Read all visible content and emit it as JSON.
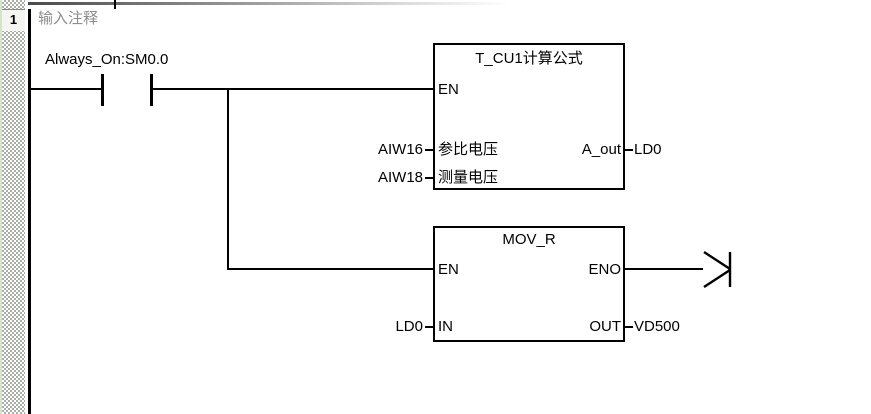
{
  "network": {
    "number": "1",
    "comment": "输入注释"
  },
  "contact": {
    "label": "Always_On:SM0.0"
  },
  "blocks": [
    {
      "title": "T_CU1计算公式",
      "pins": {
        "en": "EN",
        "in1": "参比电压",
        "in2": "测量电压",
        "out": "A_out"
      },
      "operands": {
        "in1": "AIW16",
        "in2": "AIW18",
        "out": "LD0"
      }
    },
    {
      "title": "MOV_R",
      "pins": {
        "en": "EN",
        "eno": "ENO",
        "in": "IN",
        "out": "OUT"
      },
      "operands": {
        "in": "LD0",
        "out": "VD500"
      }
    }
  ],
  "icons": {
    "continuation_arrow": "open-right-arrow"
  },
  "colors": {
    "background": "#ffffff",
    "wire": "#000000",
    "comment_text": "#8c8c8c",
    "margin_green": "#d8e4c8",
    "margin_dither_gray": "#aab0a8"
  }
}
